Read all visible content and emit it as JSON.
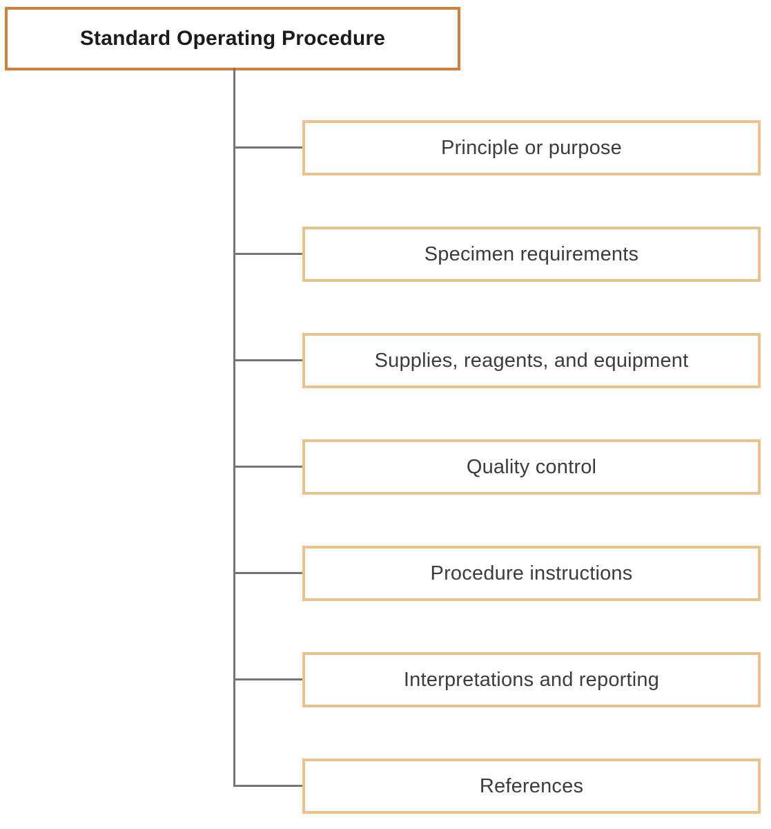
{
  "diagram": {
    "type": "tree",
    "root": {
      "label": "Standard Operating Procedure"
    },
    "children": [
      {
        "label": "Principle or purpose"
      },
      {
        "label": "Specimen requirements"
      },
      {
        "label": "Supplies, reagents, and equipment"
      },
      {
        "label": "Quality control"
      },
      {
        "label": "Procedure instructions"
      },
      {
        "label": "Interpretations and reporting"
      },
      {
        "label": "References"
      }
    ]
  },
  "colors": {
    "root_box_border": "#d0803c",
    "child_box_border": "#eac28e",
    "connector_line": "#757575",
    "root_text": "#1b1b1b",
    "child_text": "#3c3c3c",
    "background": "#fefefe"
  }
}
